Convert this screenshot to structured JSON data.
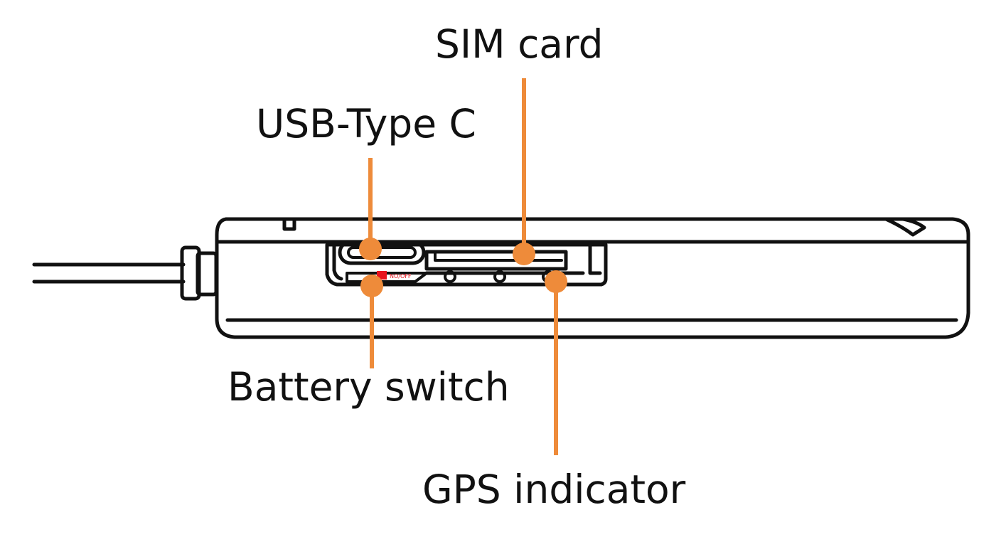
{
  "labels": {
    "sim_card": "SIM card",
    "usb_type_c": "USB-Type C",
    "battery_switch": "Battery switch",
    "gps_indicator": "GPS indicator"
  },
  "device": {
    "switch_text": "NO/OFF"
  },
  "colors": {
    "callout": "#EE8B3A",
    "outline": "#111111",
    "switch": "#E8141E",
    "background": "#FFFFFF"
  }
}
